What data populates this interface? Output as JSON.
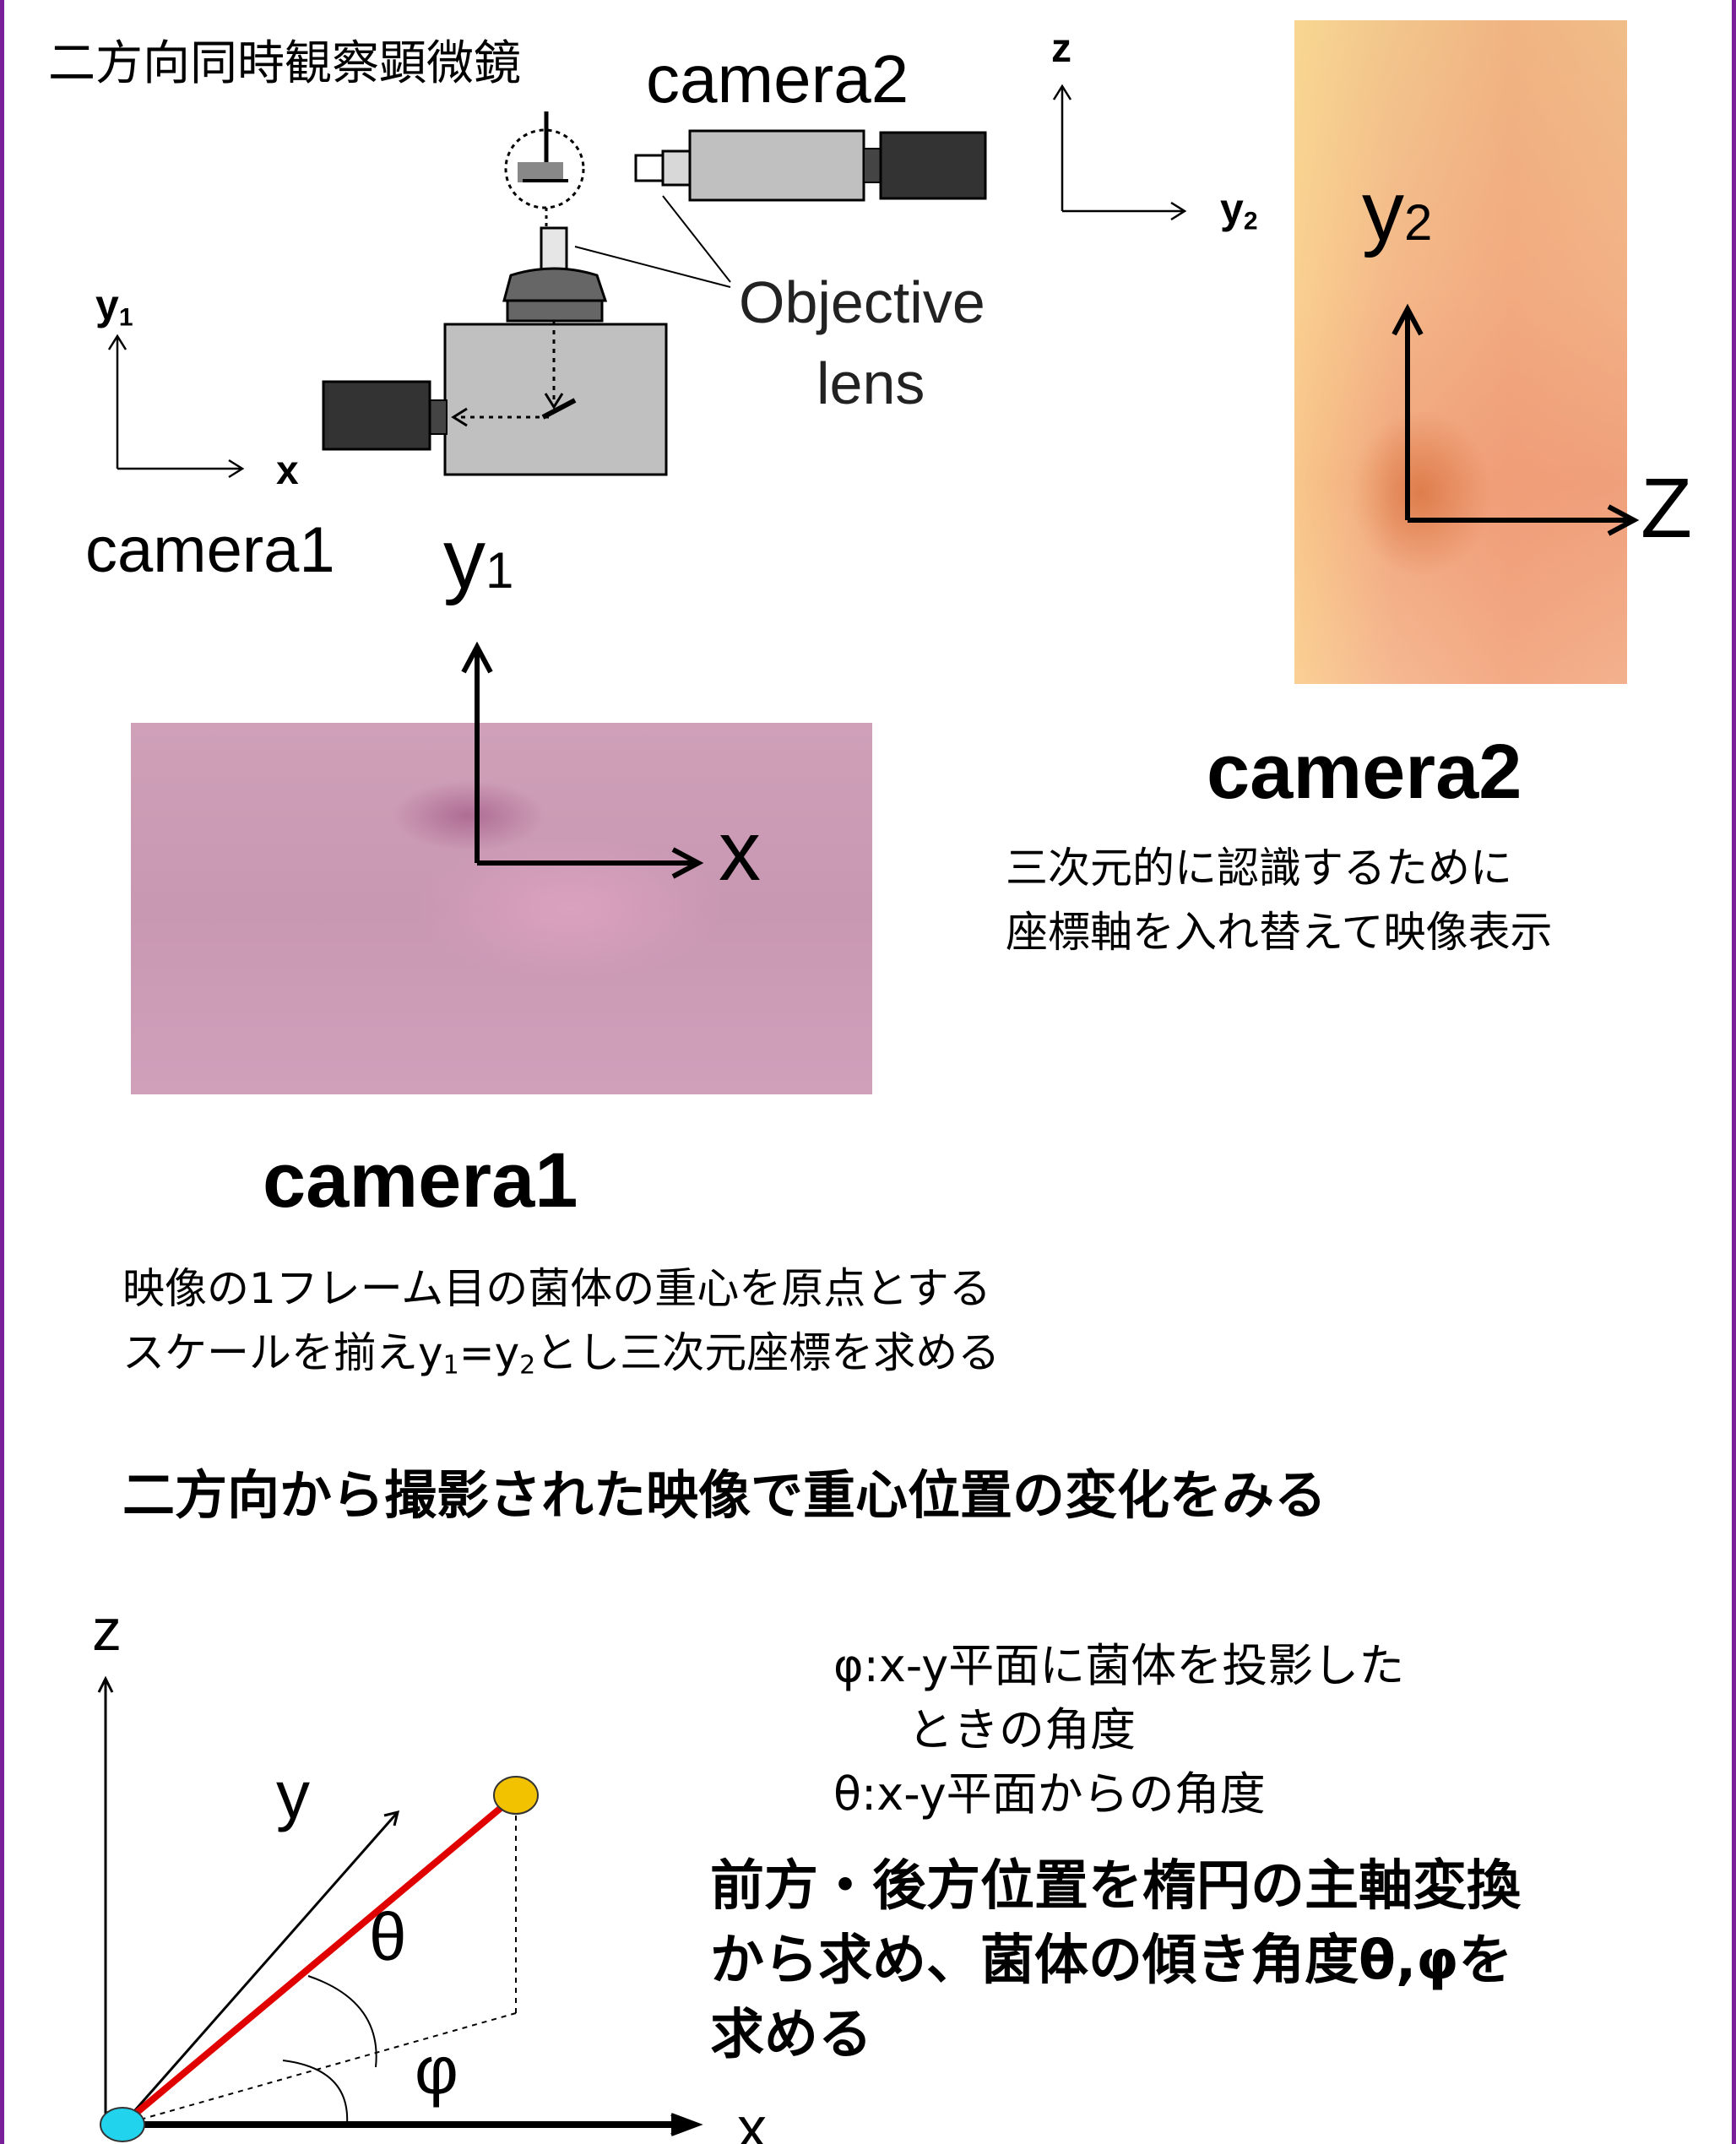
{
  "title": "二方向同時観察顕微鏡",
  "apparatus": {
    "camera2_label": "camera2",
    "camera1_label": "camera1",
    "objective_label_line1": "Objective",
    "objective_label_line2": "lens",
    "axes1": {
      "y": "y",
      "y_sub": "1",
      "x": "x"
    },
    "axes2": {
      "z": "z",
      "y": "y",
      "y_sub": "2"
    }
  },
  "camera2_image": {
    "y_label": "y",
    "y_sub": "2",
    "z_label": "Z",
    "heading": "camera2",
    "caption_line1": "三次元的に認識するために",
    "caption_line2": "座標軸を入れ替えて映像表示"
  },
  "camera1_image": {
    "y_label": "y",
    "y_sub": "1",
    "x_label": "x",
    "heading": "camera1",
    "caption_line1": "映像の1フレーム目の菌体の重心を原点とする",
    "caption_line2_part1": "スケールを揃えy",
    "caption_line2_sub1": "1",
    "caption_line2_part2": "=y",
    "caption_line2_sub2": "2",
    "caption_line2_part3": "とし三次元座標を求める"
  },
  "summary": "二方向から撮影された映像で重心位置の変化をみる",
  "angle_diagram": {
    "z": "z",
    "y": "y",
    "x": "x",
    "theta": "θ",
    "phi": "φ"
  },
  "definitions": {
    "phi_line1": "φ:x-y平面に菌体を投影した",
    "phi_line2": "ときの角度",
    "theta_line": "θ:x-y平面からの角度"
  },
  "conclusion": {
    "line1": "前方・後方位置を楕円の主軸変換",
    "line2": "から求め、菌体の傾き角度θ,φを",
    "line3": "求める"
  },
  "colors": {
    "frame": "#7a1f9a",
    "body_line": "#e00000",
    "endpoint_head": "#f2c200",
    "endpoint_tail": "#22d3ee",
    "camera1_bg": "#cc9bb4",
    "camera2_bg": "#eaa57c"
  }
}
